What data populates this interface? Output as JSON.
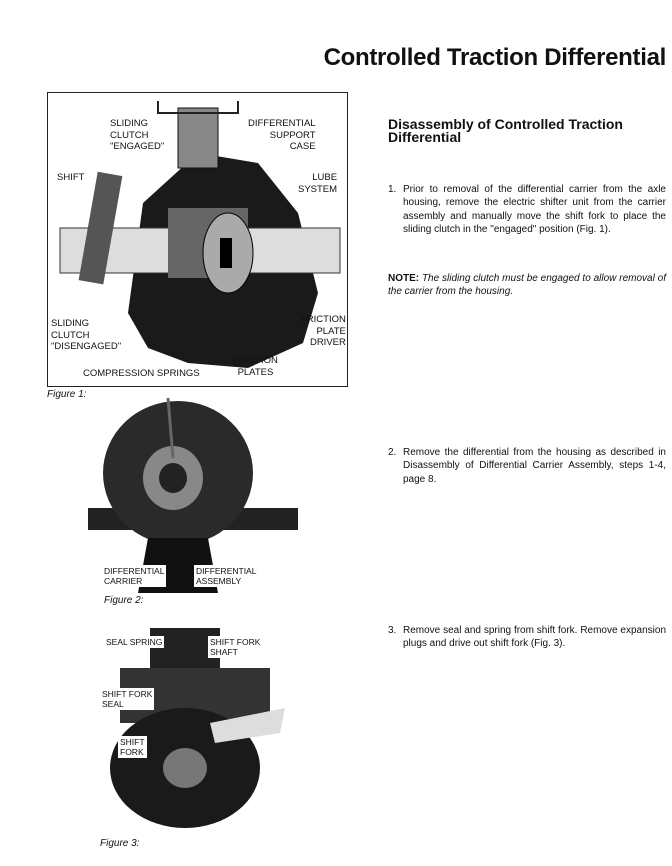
{
  "page_title": "Controlled Traction Differential",
  "section_heading": "Disassembly of Controlled Traction Differential",
  "steps": [
    {
      "num": "1.",
      "text": "Prior to removal of the differential carrier from the axle housing, remove the electric shifter unit from the carrier assembly and manually move the shift fork to place the sliding clutch in the \"engaged\" position (Fig. 1)."
    },
    {
      "num": "2.",
      "text": "Remove the differential from the housing as described in Disassembly of Differential Carrier Assembly, steps 1-4, page 8."
    },
    {
      "num": "3.",
      "text": "Remove seal and spring from shift fork. Remove expansion plugs and drive out shift fork (Fig. 3)."
    }
  ],
  "note": {
    "label": "NOTE:",
    "text": "The sliding clutch must be engaged to allow removal of the carrier from the housing."
  },
  "figure1": {
    "caption": "Figure 1:",
    "labels": {
      "sliding_engaged": "SLIDING\nCLUTCH\n\"ENGAGED\"",
      "support_case": "DIFFERENTIAL\nSUPPORT\nCASE",
      "shift": "SHIFT",
      "lube": "LUBE\nSYSTEM",
      "sliding_disengaged": "SLIDING\nCLUTCH\n\"DISENGAGED\"",
      "friction_driver": "FRICTION\nPLATE\nDRIVER",
      "friction_plates": "FRICTION\nPLATES",
      "springs": "COMPRESSION SPRINGS"
    }
  },
  "figure2": {
    "caption": "Figure 2:",
    "labels": {
      "carrier": "DIFFERENTIAL\nCARRIER",
      "assembly": "DIFFERENTIAL\nASSEMBLY"
    }
  },
  "figure3": {
    "caption": "Figure 3:",
    "labels": {
      "seal_spring": "SEAL SPRING",
      "fork_shaft": "SHIFT FORK\nSHAFT",
      "fork_seal": "SHIFT FORK\nSEAL",
      "fork": "SHIFT\nFORK"
    }
  }
}
